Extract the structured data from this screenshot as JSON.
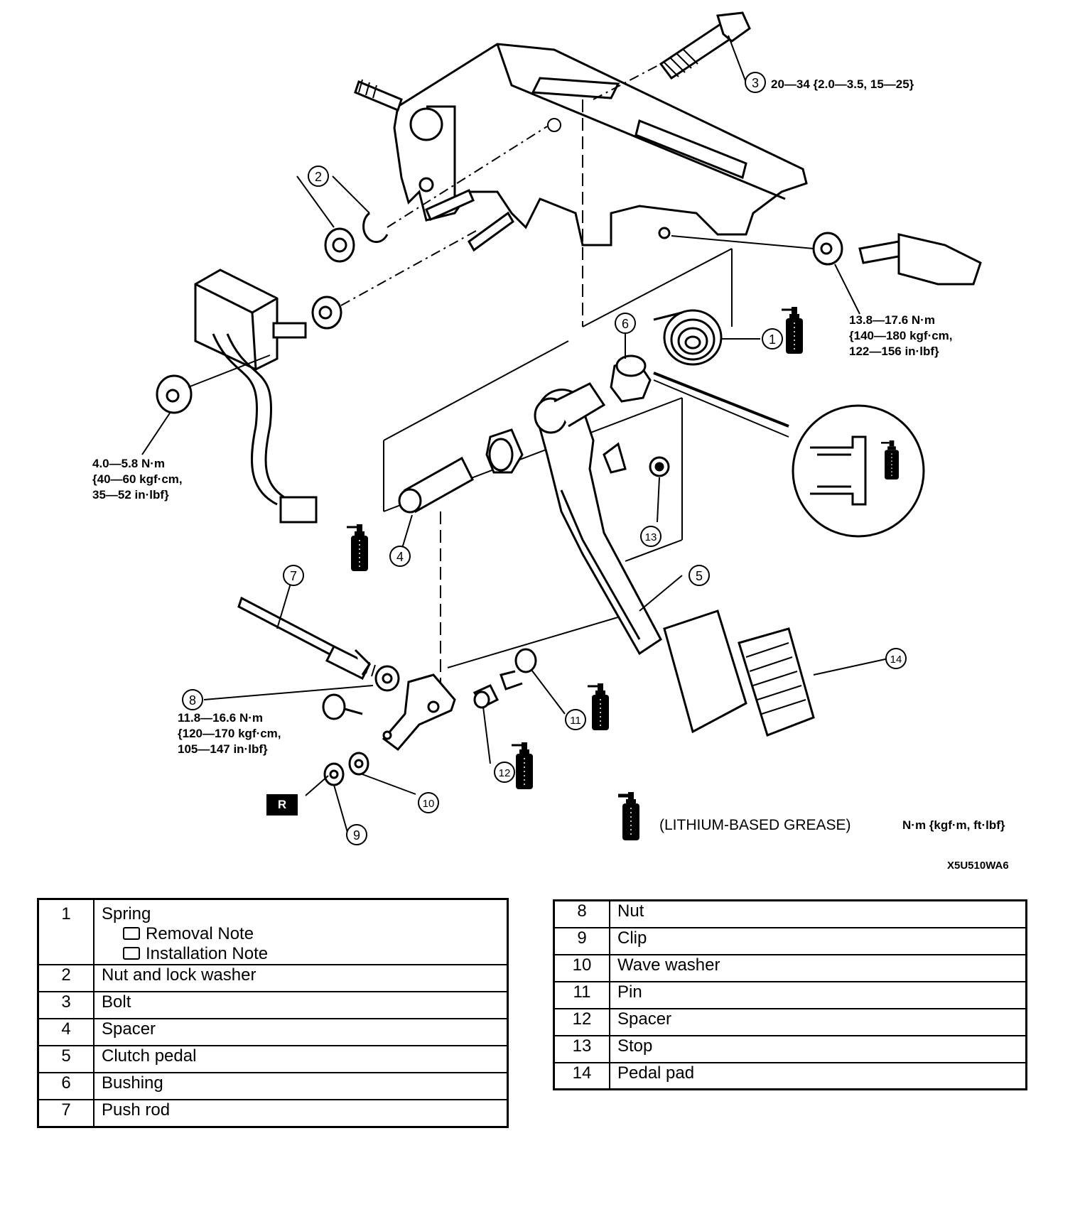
{
  "callouts": [
    "1",
    "2",
    "3",
    "4",
    "5",
    "6",
    "7",
    "8",
    "9",
    "10",
    "11",
    "12",
    "13",
    "14"
  ],
  "specs": {
    "bolt3": "20—34 {2.0—3.5, 15—25}",
    "nut_right": "13.8—17.6 N·m\n{140—180 kgf·cm,\n122—156 in·lbf}",
    "nut_left": "4.0—5.8 N·m\n{40—60 kgf·cm,\n35—52 in·lbf}",
    "nut8": "11.8—16.6 N·m\n{120—170 kgf·cm,\n105—147 in·lbf}"
  },
  "replace_marker": "R",
  "legend": {
    "grease_label": "(LITHIUM-BASED GREASE)",
    "units": "N·m {kgf·m, ft·lbf}"
  },
  "figure_id": "X5U510WA6",
  "parts_left": [
    {
      "num": "1",
      "name": "Spring",
      "notes": [
        "Removal Note",
        "Installation Note"
      ]
    },
    {
      "num": "2",
      "name": "Nut and lock washer"
    },
    {
      "num": "3",
      "name": "Bolt"
    },
    {
      "num": "4",
      "name": "Spacer"
    },
    {
      "num": "5",
      "name": "Clutch pedal"
    },
    {
      "num": "6",
      "name": "Bushing"
    },
    {
      "num": "7",
      "name": "Push rod"
    }
  ],
  "parts_right": [
    {
      "num": "8",
      "name": "Nut"
    },
    {
      "num": "9",
      "name": "Clip"
    },
    {
      "num": "10",
      "name": "Wave washer"
    },
    {
      "num": "11",
      "name": "Pin"
    },
    {
      "num": "12",
      "name": "Spacer"
    },
    {
      "num": "13",
      "name": "Stop"
    },
    {
      "num": "14",
      "name": "Pedal pad"
    }
  ],
  "icons": [
    "grease-tube-icon",
    "reference-hand-icon"
  ]
}
